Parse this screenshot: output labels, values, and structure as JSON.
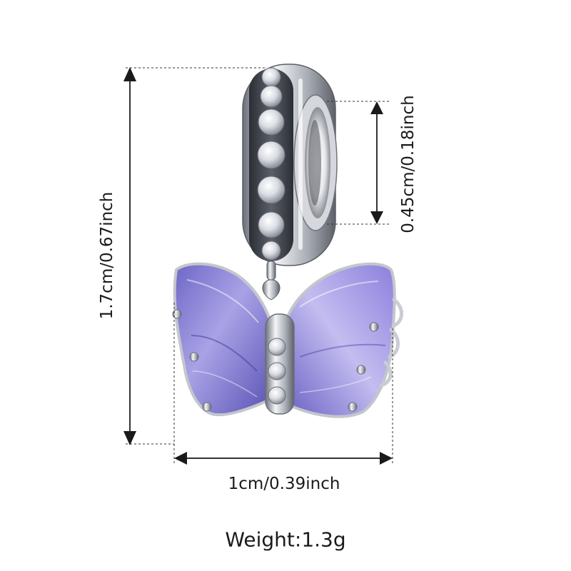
{
  "dimensions": {
    "height": "1.7cm/0.67inch",
    "inner_diameter": "0.45cm/0.18inch",
    "width": "1cm/0.39inch"
  },
  "weight": "Weight:1.3g",
  "colors": {
    "wing_purple": "#8f86d6",
    "wing_dark": "#5c56b8",
    "silver": "#c9ccd2",
    "dark_silver": "#3a3d44",
    "line": "#333333"
  },
  "icons": [
    "arrow-up-icon",
    "arrow-down-icon",
    "arrow-left-icon",
    "arrow-right-icon"
  ]
}
